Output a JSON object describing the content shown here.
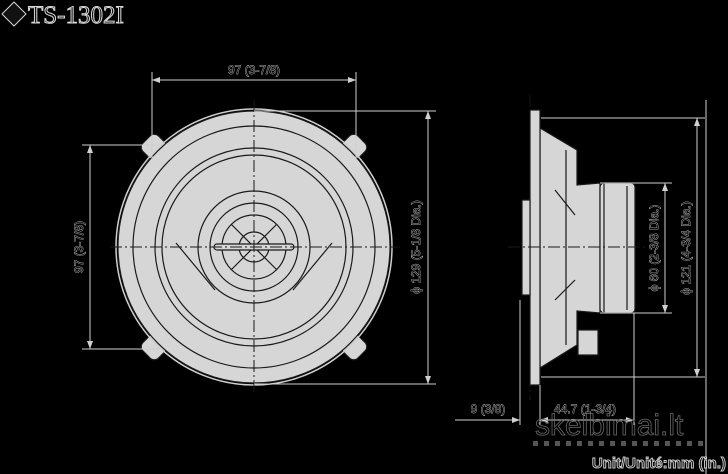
{
  "title": "TS-1302I",
  "title_icon": "diamond-icon",
  "dimensions": {
    "front_width": "97 (3-7/8)",
    "front_height": "97 (3-7/8)",
    "outer_diameter": "ϕ 129 (5-1/8 Dia.)",
    "magnet_diameter": "ϕ 60 (2-3/8 Dia.)",
    "cutout_diameter": "ϕ 121 (4-3/4 Dia.)",
    "mount_height": "9 (3/8)",
    "mount_depth": "44.7 (1-3/4)"
  },
  "unit_label": "Unit/Unité:mm (in.)",
  "watermark": "skelbimai.lt",
  "colors": {
    "background": "#000000",
    "line": "#cfcfcf",
    "fill": "#d6d6d6"
  }
}
